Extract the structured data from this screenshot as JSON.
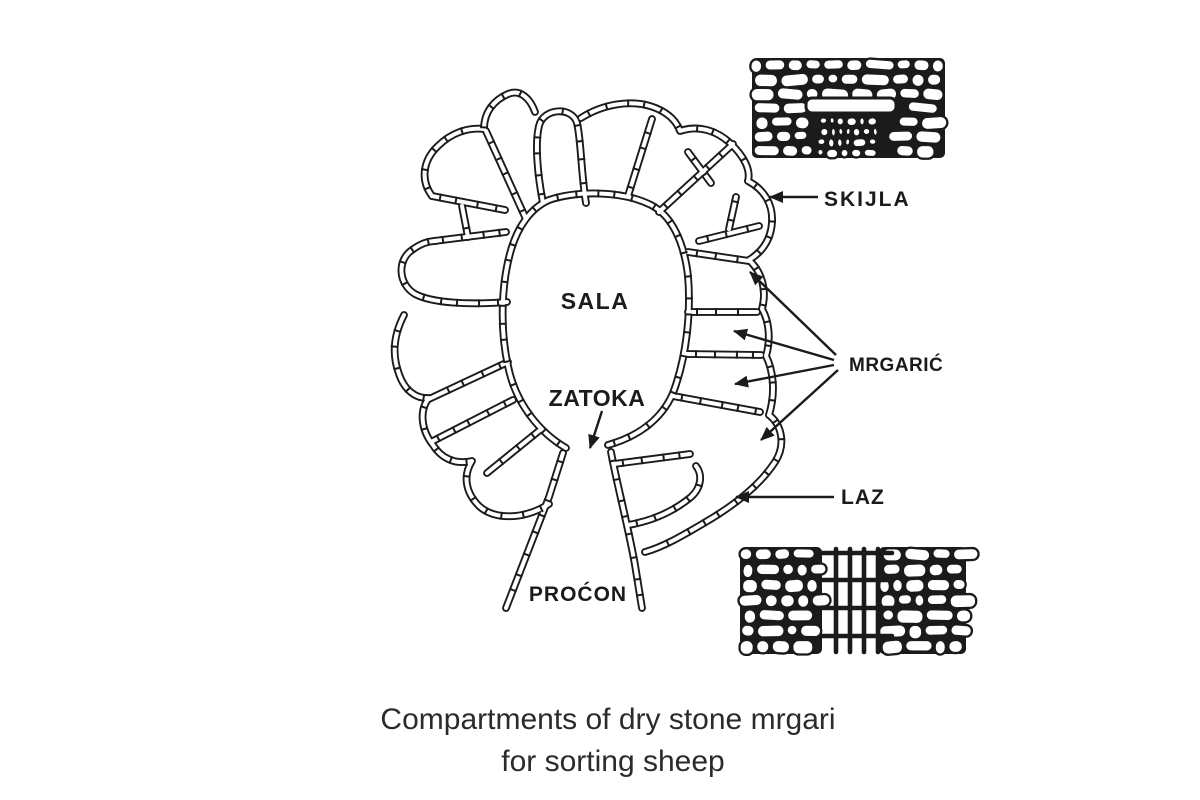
{
  "diagram": {
    "labels": {
      "sala": "SALA",
      "zatoka": "ZATOKA",
      "procon": "PROĆON",
      "skijla": "SKIJLA",
      "mrgaric": "MRGARIĆ",
      "laz": "LAZ"
    },
    "caption": {
      "line1": "Compartments of dry stone mrgari",
      "line2": "for sorting sheep"
    },
    "colors": {
      "ink": "#1b1b1b",
      "paper": "#ffffff"
    },
    "insets": {
      "top_right": "stone-wall-with-lintel-opening-icon",
      "bottom_right": "stone-wall-with-wooden-gate-icon"
    }
  }
}
